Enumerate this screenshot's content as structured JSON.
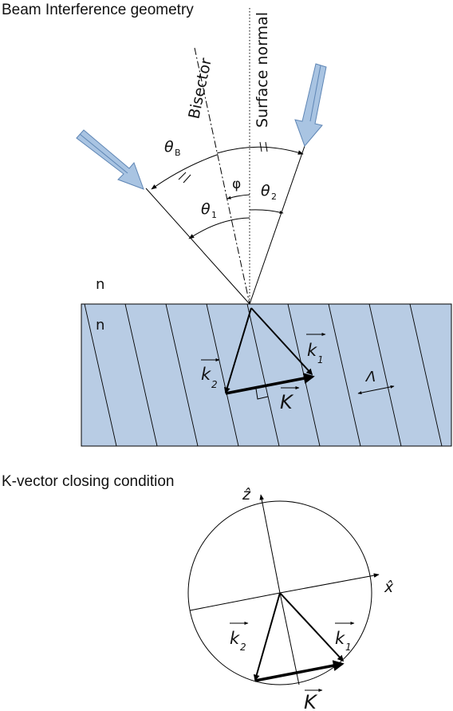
{
  "geometry": {
    "title": "Beam Interference geometry",
    "labels": {
      "bisector": "Bisector",
      "surface_normal": "Surface normal",
      "theta_b": "θ",
      "theta_b_sub": "B",
      "phi": "φ",
      "theta_2": "θ",
      "theta_2_sub": "2",
      "theta_1": "θ",
      "theta_1_sub": "1",
      "n_outside": "n",
      "n_inside": "n",
      "k1": "k",
      "k1_sub": "1",
      "k2": "k",
      "k2_sub": "2",
      "K": "K",
      "grating_period": "Λ"
    },
    "colors": {
      "medium_fill": "#b8cce4",
      "beam_fill": "#a9c4e2",
      "beam_stroke": "#5f86b5",
      "line": "#000000"
    }
  },
  "closing": {
    "title": "K-vector closing condition",
    "labels": {
      "z_hat": "ẑ",
      "x_hat": "x̂",
      "k1": "k",
      "k1_sub": "1",
      "k2": "k",
      "k2_sub": "2",
      "K": "K"
    }
  }
}
